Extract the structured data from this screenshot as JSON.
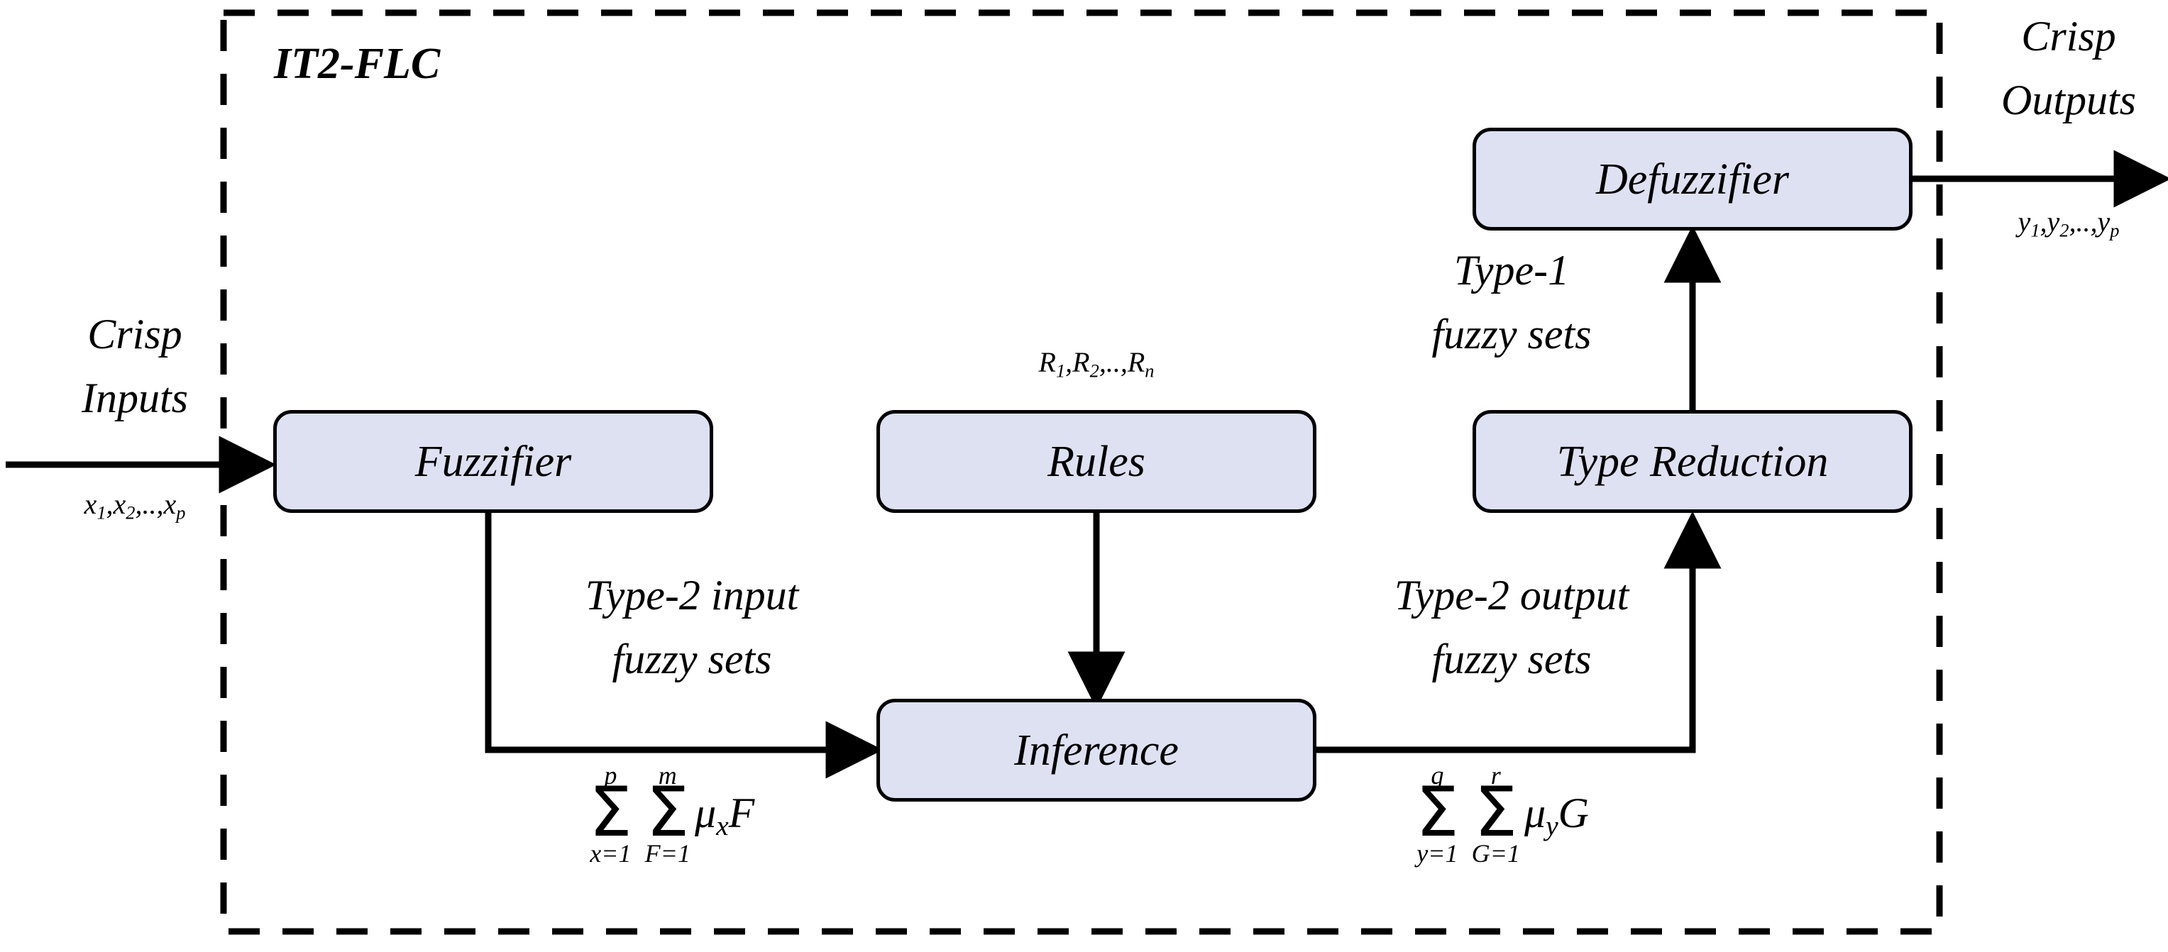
{
  "diagram": {
    "title": "IT2-FLC",
    "boundary": "dashed-enclosure",
    "fill_color": "#dde1f2",
    "stroke_color": "#000000"
  },
  "nodes": [
    {
      "id": "fuzzifier",
      "label": "Fuzzifier"
    },
    {
      "id": "rules",
      "label": "Rules"
    },
    {
      "id": "inference",
      "label": "Inference"
    },
    {
      "id": "type_reduction",
      "label": "Type Reduction"
    },
    {
      "id": "defuzzifier",
      "label": "Defuzzifier"
    }
  ],
  "io": {
    "input_title_line1": "Crisp",
    "input_title_line2": "Inputs",
    "input_vars": "x1,x2,..,xp",
    "output_title_line1": "Crisp",
    "output_title_line2": "Outputs",
    "output_vars": "y1,y2,..,yp"
  },
  "edge_labels": {
    "rules_set": "R1,R2,..,Rn",
    "type2_input_line1": "Type-2 input",
    "type2_input_line2": "fuzzy sets",
    "type2_output_line1": "Type-2 output",
    "type2_output_line2": "fuzzy sets",
    "type1_line1": "Type-1",
    "type1_line2": "fuzzy sets"
  },
  "formulas": {
    "left": {
      "sum1_upper": "p",
      "sum1_lower": "x=1",
      "sum2_upper": "m",
      "sum2_lower": "F=1",
      "term": "μxF"
    },
    "right": {
      "sum1_upper": "q",
      "sum1_lower": "y=1",
      "sum2_upper": "r",
      "sum2_lower": "G=1",
      "term": "μyG"
    }
  }
}
